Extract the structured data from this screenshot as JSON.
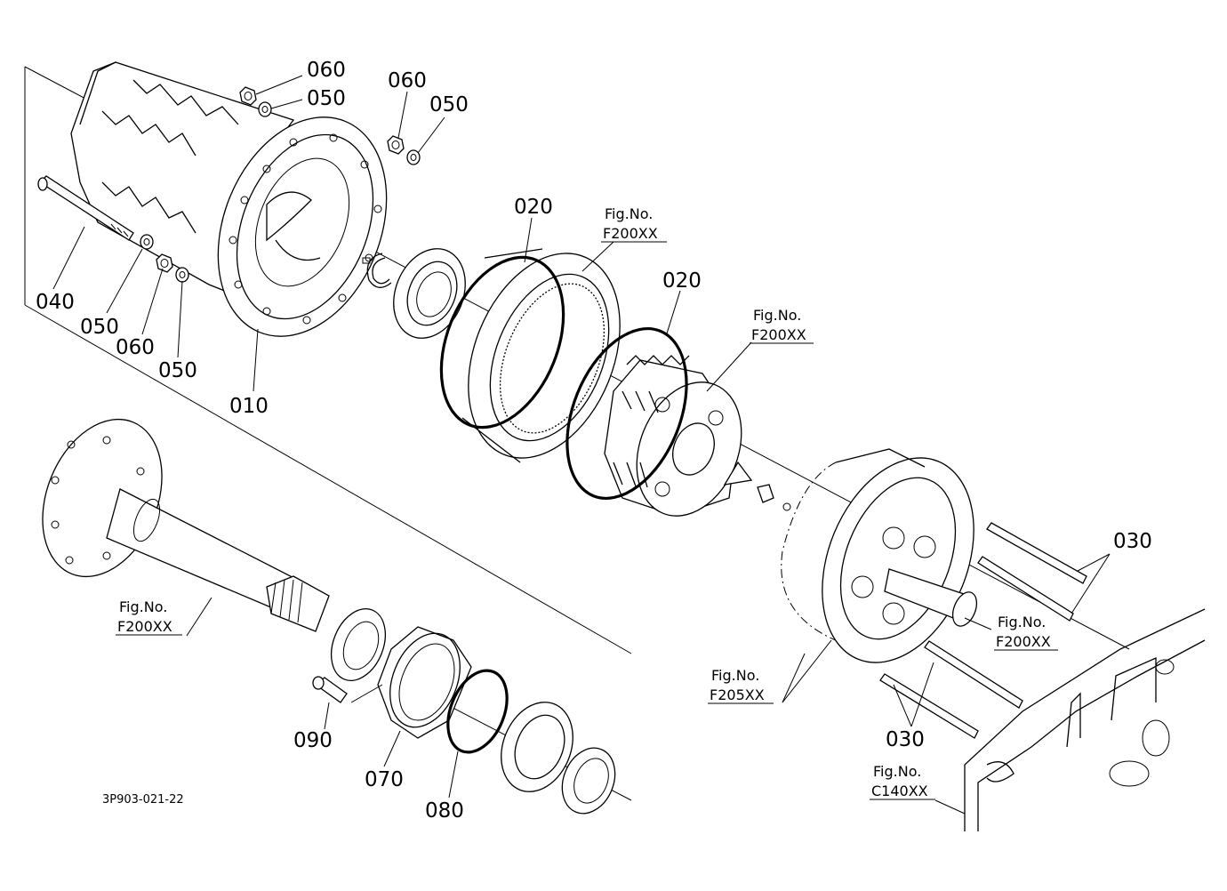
{
  "diagram": {
    "drawing_id": "3P903-021-22",
    "part_labels": {
      "p010": "010",
      "p020a": "020",
      "p020b": "020",
      "p030a": "030",
      "p030b": "030",
      "p040": "040",
      "p050a": "050",
      "p050b": "050",
      "p050c": "050",
      "p050d": "050",
      "p060a": "060",
      "p060b": "060",
      "p060c": "060",
      "p070": "070",
      "p080": "080",
      "p090": "090"
    },
    "figure_refs": {
      "ref1": {
        "prefix": "Fig.No.",
        "code": "F200XX"
      },
      "ref2": {
        "prefix": "Fig.No.",
        "code": "F200XX"
      },
      "ref3": {
        "prefix": "Fig.No.",
        "code": "F200XX"
      },
      "ref4": {
        "prefix": "Fig.No.",
        "code": "F200XX"
      },
      "ref5": {
        "prefix": "Fig.No.",
        "code": "F205XX"
      },
      "ref6": {
        "prefix": "Fig.No.",
        "code": "C140XX"
      }
    }
  }
}
